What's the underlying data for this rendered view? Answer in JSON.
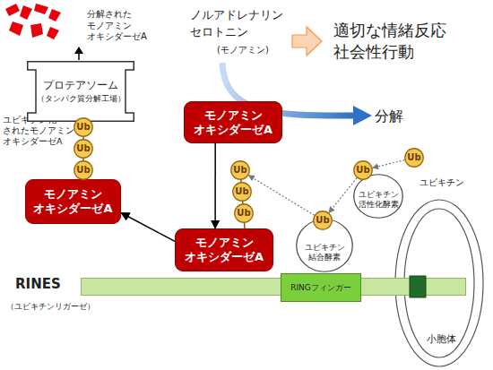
{
  "diagram": {
    "nodes": [
      {
        "text": [
          "プロテアソーム",
          "（タンパク質分解工場）"
        ]
      },
      {
        "text": [
          "モノアミン オキシダーゼA"
        ]
      },
      {
        "text": [
          "Ub"
        ]
      },
      {
        "text": [
          "Ub"
        ]
      },
      {
        "text": [
          "Ub"
        ]
      },
      {
        "text": [
          "Ub"
        ]
      },
      {
        "text": [
          "Ub"
        ]
      },
      {
        "text": [
          "Ub"
        ]
      },
      {
        "text": [
          "ユビキチン 活性化酵素"
        ]
      },
      {
        "text": [
          "Ub"
        ]
      },
      {
        "text": [
          "モノアミン オキシダーゼA"
        ]
      },
      {
        "text": [
          "Ub"
        ]
      },
      {
        "text": [
          "Ub"
        ]
      },
      {
        "text": [
          "ユビキチン 結合酵素"
        ]
      },
      {
        "text": [
          "モノアミン オキシダーゼA"
        ]
      },
      {
        "text": [
          "小胞体"
        ]
      },
      {
        "text": [
          "RINES",
          "（ユビキチンリガーゼ）"
        ]
      },
      {
        "text": [
          "RINGフィンガー"
        ],
        "in": 16
      }
    ],
    "edges": [
      {
        "from": 1,
        "to": 14,
        "arrow": "to"
      },
      {
        "from": 14,
        "to": 10,
        "arrow": "to"
      },
      {
        "from": 5,
        "to": 6,
        "arrow": "to"
      },
      {
        "from": 6,
        "to": 12,
        "arrow": "to"
      },
      {
        "from": 12,
        "to": 7,
        "arrow": "to"
      }
    ],
    "labels": [
      "分解された モノアミン オキシダーゼA",
      "ノルアドレナリン セロトニン",
      "(モノアミン)",
      "適切な情緒反応 社会性行動",
      "分解",
      "ユビキチン化 されたモノアミン オキシダーゼA",
      "ユビキチン"
    ]
  }
}
